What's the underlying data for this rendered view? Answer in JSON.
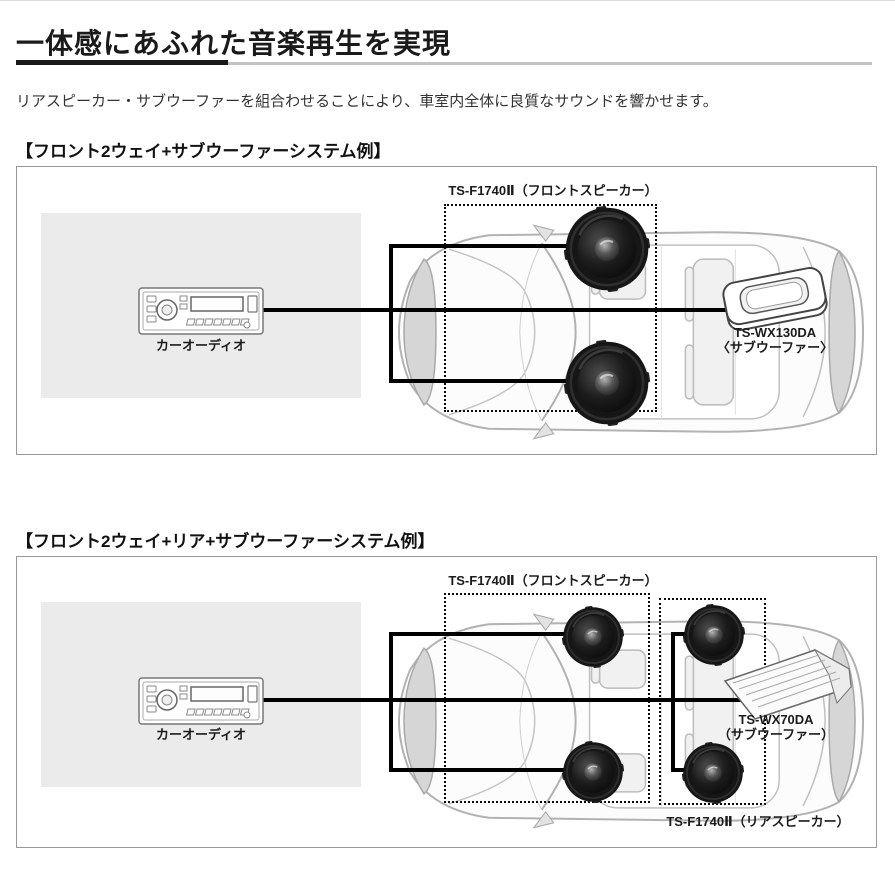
{
  "header": {
    "title": "一体感にあふれた音楽再生を実現",
    "subtitle": "リアスピーカー・サブウーファーを組合わせることにより、車室内全体に良質なサウンドを響かせます。"
  },
  "system1": {
    "heading": "【フロント2ウェイ+サブウーファーシステム例】",
    "front_speaker_label": "TS-F1740Ⅱ（フロントスピーカー）",
    "subwoofer_model": "TS-WX130DA",
    "subwoofer_type": "〈サブウーファー〉",
    "head_unit_label": "カーオーディオ"
  },
  "system2": {
    "heading": "【フロント2ウェイ+リア+サブウーファーシステム例】",
    "front_speaker_label": "TS-F1740Ⅱ（フロントスピーカー）",
    "rear_speaker_label": "TS-F1740Ⅱ（リアスピーカー）",
    "subwoofer_model": "TS-WX70DA",
    "subwoofer_type": "（サブウーファー）",
    "head_unit_label": "カーオーディオ"
  },
  "colors": {
    "accent_underline": "#1a1a1a",
    "underline_gray": "#c3c3c3",
    "box_border": "#999999",
    "stage_gray": "#ebebeb",
    "wire_black": "#000000"
  }
}
